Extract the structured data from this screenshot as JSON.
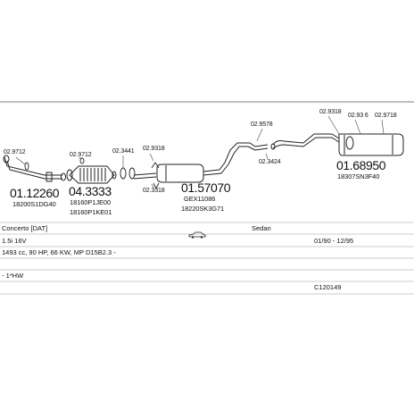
{
  "parts": [
    {
      "id": "p1",
      "code": "01.12260",
      "oem": "18200S1DG40"
    },
    {
      "id": "p2",
      "code": "04.3333",
      "oem": [
        "18160P1JE00",
        "18160P1KE01"
      ]
    },
    {
      "id": "p3",
      "code": "01.57070",
      "oem": [
        "GEX11086",
        "18220SK3G71"
      ]
    },
    {
      "id": "p4",
      "code": "01.68950",
      "oem": "18307SN3F40"
    }
  ],
  "accessories": [
    {
      "id": "a1",
      "code": "02.9712"
    },
    {
      "id": "a2",
      "code": "02.9712"
    },
    {
      "id": "a3",
      "code": "02.3441"
    },
    {
      "id": "a4",
      "code": "02.9318"
    },
    {
      "id": "a5",
      "code": "02.3318"
    },
    {
      "id": "a6",
      "code": "02.9578"
    },
    {
      "id": "a7",
      "code": "02.3424"
    },
    {
      "id": "a8",
      "code": "02.9318"
    },
    {
      "id": "a9",
      "code": "02.93 6"
    },
    {
      "id": "a10",
      "code": "02.9718"
    }
  ],
  "vehicle": {
    "model": "Concerto [DAT]",
    "body": "Sedan",
    "engine": "1.5i 16V",
    "years": "01/90 - 12/95",
    "spec": "1493 cc, 90 HP, 66 KW, MP D15B2.3 -",
    "note": "- 1*HW",
    "ref": "C120149"
  },
  "icons": {
    "body_icon": "sedan-car-icon"
  },
  "colors": {
    "line": "#222222",
    "divider": "#999999",
    "text": "#111111"
  }
}
